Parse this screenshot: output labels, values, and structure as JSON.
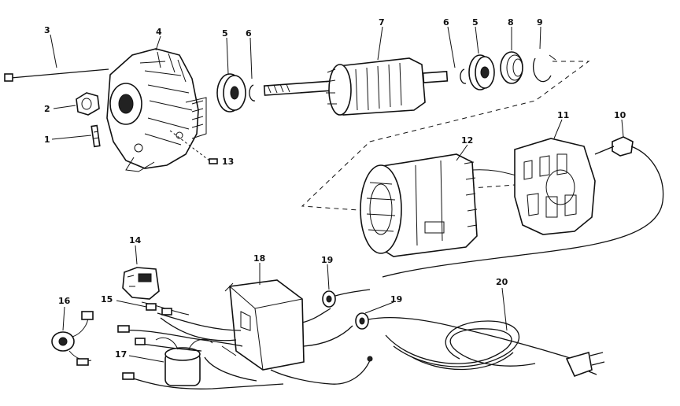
{
  "callouts": [
    {
      "id": "c1",
      "text": "1"
    },
    {
      "id": "c2",
      "text": "2"
    },
    {
      "id": "c3",
      "text": "3"
    },
    {
      "id": "c4",
      "text": "4"
    },
    {
      "id": "c5a",
      "text": "5"
    },
    {
      "id": "c6a",
      "text": "6"
    },
    {
      "id": "c7",
      "text": "7"
    },
    {
      "id": "c6b",
      "text": "6"
    },
    {
      "id": "c5b",
      "text": "5"
    },
    {
      "id": "c8",
      "text": "8"
    },
    {
      "id": "c9",
      "text": "9"
    },
    {
      "id": "c10",
      "text": "10"
    },
    {
      "id": "c11",
      "text": "11"
    },
    {
      "id": "c12",
      "text": "12"
    },
    {
      "id": "c13",
      "text": "13"
    },
    {
      "id": "c14",
      "text": "14"
    },
    {
      "id": "c15",
      "text": "15"
    },
    {
      "id": "c16",
      "text": "16"
    },
    {
      "id": "c17",
      "text": "17"
    },
    {
      "id": "c18",
      "text": "18"
    },
    {
      "id": "c19a",
      "text": "19"
    },
    {
      "id": "c19b",
      "text": "19"
    },
    {
      "id": "c20",
      "text": "20"
    }
  ]
}
